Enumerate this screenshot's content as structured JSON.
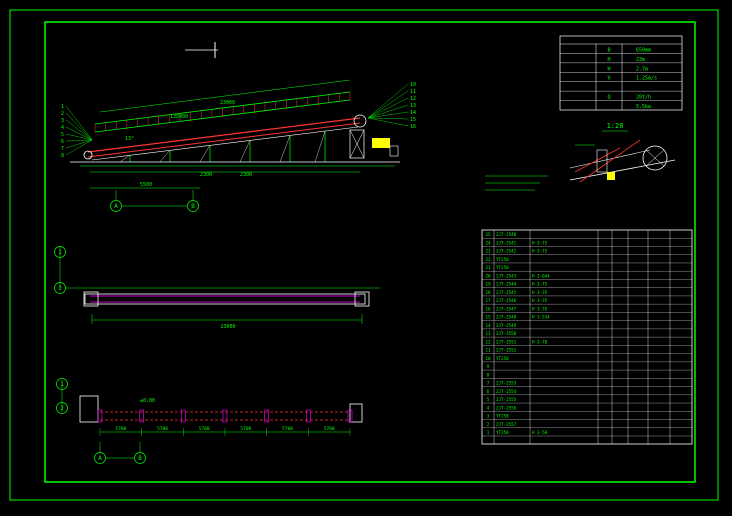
{
  "colors": {
    "background": "#000000",
    "frame": "#00ff00",
    "line": "#00ff00",
    "dim": "#ffffff",
    "belt": "#ff3333",
    "accent": "#ff00ff",
    "yellow": "#ffff00"
  },
  "elevation": {
    "dims_top": [
      "23000",
      "138000"
    ],
    "dims_bottom": [
      "5500",
      "2300",
      "2300"
    ],
    "angle": "13°",
    "axes": [
      "A",
      "B"
    ],
    "callouts_left": [
      "1",
      "2",
      "3",
      "4",
      "5",
      "6",
      "7",
      "8"
    ],
    "callouts_right": [
      "10",
      "11",
      "12",
      "13",
      "14",
      "15",
      "16"
    ]
  },
  "scale_label": "1:20",
  "plan": {
    "axes": [
      "1",
      "2"
    ],
    "length": "23000"
  },
  "support": {
    "axes_left": [
      "1",
      "2"
    ],
    "axes_bottom": [
      "A",
      "B"
    ],
    "spans": [
      "5700",
      "5700",
      "5700",
      "5700",
      "5700",
      "5700"
    ],
    "level": "±0.00"
  },
  "params_table": {
    "rows": [
      [
        "B",
        "650mm"
      ],
      [
        "H",
        "23m"
      ],
      [
        "H",
        "2.7m"
      ],
      [
        "V",
        "1.25m/s"
      ],
      [
        "",
        ""
      ],
      [
        "Q",
        "20t/h"
      ],
      [
        "",
        "5.5kw"
      ]
    ]
  },
  "bom_rows": [
    [
      "25",
      "2JT-2540",
      ""
    ],
    [
      "24",
      "2JT-2541",
      "H 3-75"
    ],
    [
      "23",
      "2JT-2542",
      "H 3-75"
    ],
    [
      "22",
      "YT250",
      ""
    ],
    [
      "21",
      "YT250",
      ""
    ],
    [
      "20",
      "2JT-2543",
      "H 2-644"
    ],
    [
      "19",
      "2JT-2544",
      "H 3-75"
    ],
    [
      "18",
      "2JT-2545",
      "H 3-35"
    ],
    [
      "17",
      "2JT-2546",
      "H 3-35"
    ],
    [
      "16",
      "2JT-2547",
      "H 3-35"
    ],
    [
      "15",
      "2JT-2548",
      "H 3-534"
    ],
    [
      "14",
      "2JT-2549",
      ""
    ],
    [
      "13",
      "2JT-2550",
      ""
    ],
    [
      "12",
      "2JT-2551",
      "H 3-70"
    ],
    [
      "11",
      "2JT-2552",
      ""
    ],
    [
      "10",
      "YT250",
      ""
    ],
    [
      "9",
      "",
      ""
    ],
    [
      "8",
      "",
      ""
    ],
    [
      "7",
      "2JT-2553",
      ""
    ],
    [
      "6",
      "2JT-2554",
      ""
    ],
    [
      "5",
      "2JT-2555",
      ""
    ],
    [
      "4",
      "2JT-2556",
      ""
    ],
    [
      "3",
      "YT250",
      ""
    ],
    [
      "2",
      "2JT-2557",
      ""
    ],
    [
      "1",
      "YT250",
      "H 3-50"
    ]
  ]
}
